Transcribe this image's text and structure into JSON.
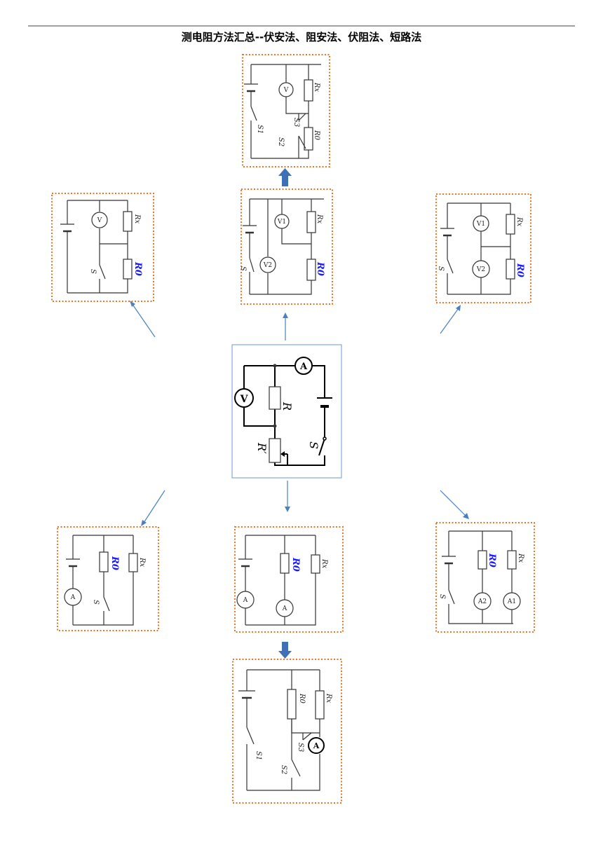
{
  "page": {
    "title": "测电阻方法汇总--伏安法、阻安法、伏阻法、短路法"
  },
  "labels": {
    "rx": "Rx",
    "r0": "R0",
    "v": "V",
    "v1": "V1",
    "v2": "V2",
    "a": "A",
    "a1": "A1",
    "a2": "A2",
    "s": "S",
    "s1": "S1",
    "s2": "S2",
    "s3": "S3",
    "r": "R",
    "r_prime": "R′"
  },
  "colors": {
    "frame": "#e8742a",
    "arrow": "#4a80c0",
    "r0_label": "#1a1aff",
    "center_frame": "#6a9ad0"
  }
}
